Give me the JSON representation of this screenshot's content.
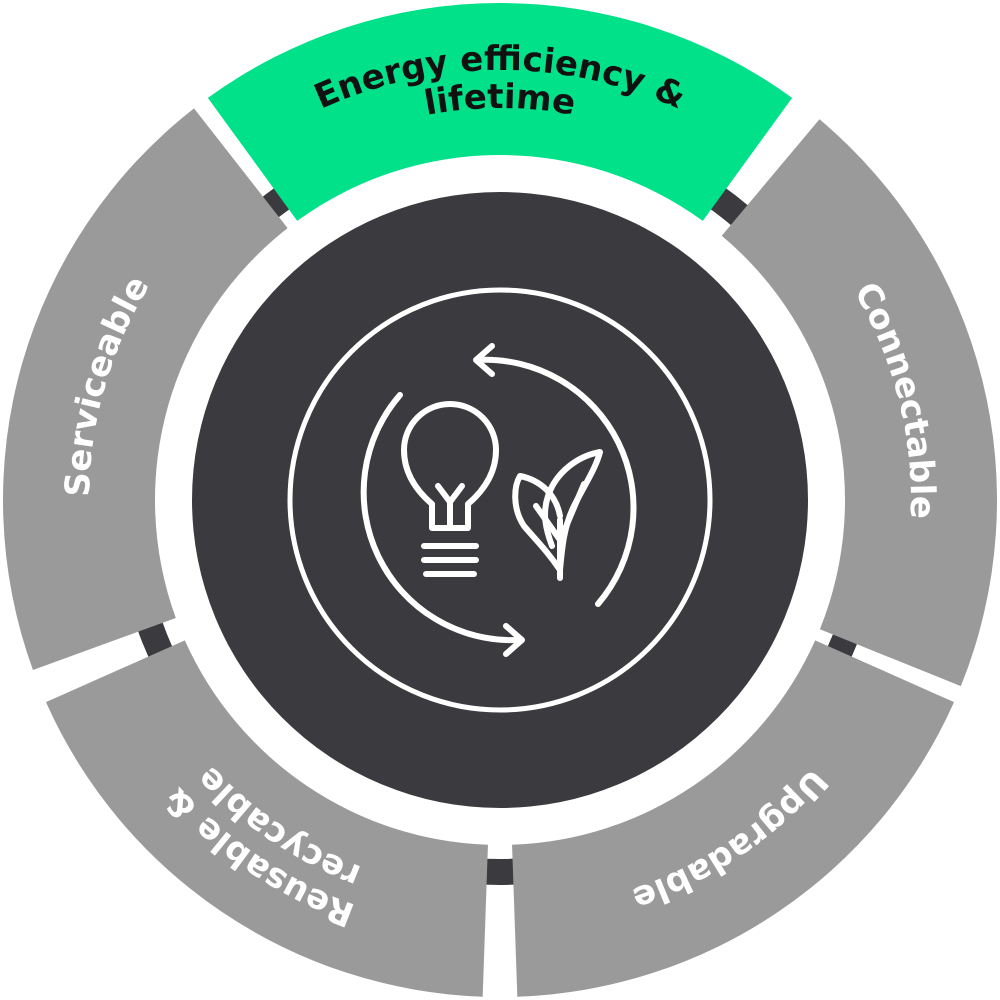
{
  "colors": {
    "highlight": "#00e18a",
    "segment": "#9a9a9a",
    "dark": "#3b3b3f",
    "icon_stroke": "#ffffff",
    "highlight_text": "#111111",
    "segment_text": "#ffffff"
  },
  "segments": [
    {
      "id": "energy",
      "lines": [
        "Energy efficiency &",
        "lifetime"
      ],
      "highlighted": true
    },
    {
      "id": "connectable",
      "lines": [
        "Connectable"
      ],
      "highlighted": false
    },
    {
      "id": "upgradable",
      "lines": [
        "Upgradable"
      ],
      "highlighted": false
    },
    {
      "id": "reusable",
      "lines": [
        "Reusable &",
        "recycable"
      ],
      "highlighted": false
    },
    {
      "id": "serviceable",
      "lines": [
        "Serviceable"
      ],
      "highlighted": false
    }
  ],
  "center_icons": [
    "circular-arrows-icon",
    "light-bulb-icon",
    "leaf-icon"
  ]
}
